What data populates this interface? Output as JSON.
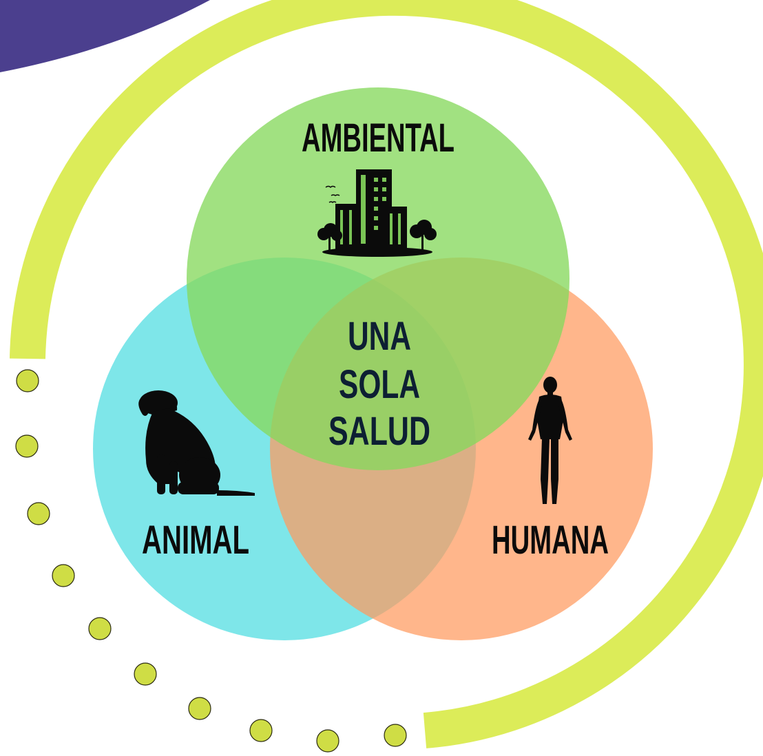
{
  "colors": {
    "corner_purple": "#4b3f8e",
    "ring_yellow": "#dcec59",
    "dot_fill": "#cfdd45",
    "dot_stroke": "#2a2a10",
    "circle_green": "#86d85e",
    "circle_cyan": "#62e0e4",
    "circle_orange": "#ff9a5e",
    "text_dark": "#0b0b0b",
    "center_text": "#0d1f33"
  },
  "diagram": {
    "top_label": "AMBIENTAL",
    "left_label": "ANIMAL",
    "right_label": "HUMANA",
    "center_lines": [
      "UNA",
      "SOLA",
      "SALUD"
    ]
  },
  "icons": {
    "top": "city-buildings-icon",
    "left": "dog-icon",
    "right": "human-figure-icon"
  }
}
